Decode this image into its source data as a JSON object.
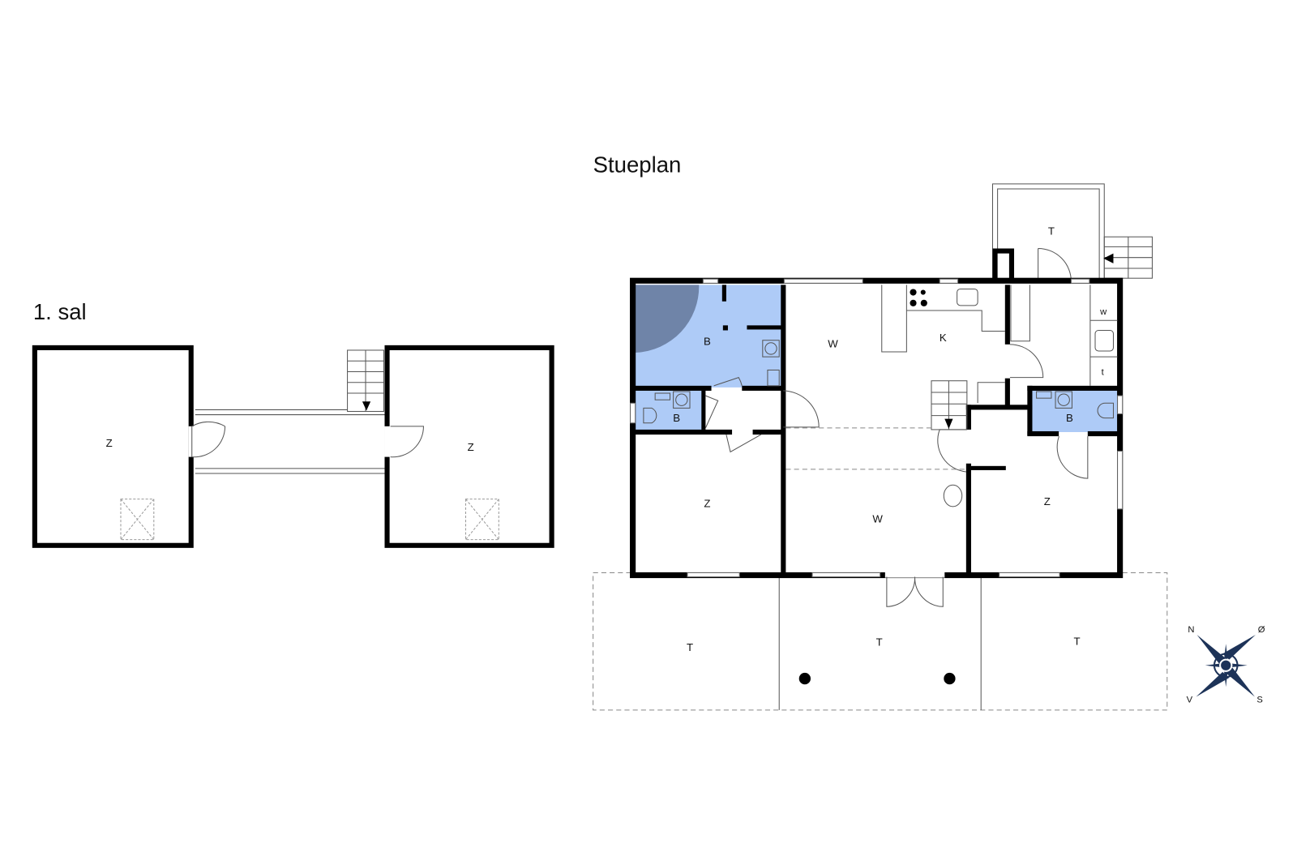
{
  "titles": {
    "ground_floor": "Stueplan",
    "first_floor": "1. sal"
  },
  "colors": {
    "bathroom": "#aecbf7",
    "tub": "#6f84a8",
    "compass": "#1d3358"
  },
  "first_floor_rooms": [
    "Z",
    "Z"
  ],
  "ground_rooms": {
    "bath_main": "B",
    "living_top": "W",
    "kitchen": "K",
    "bath_small_left": "B",
    "bath_small_right": "B",
    "room_left": "Z",
    "living_bottom": "W",
    "room_right": "Z",
    "utility_w": "w",
    "utility_t": "t",
    "porch": "T",
    "terrace_left": "T",
    "terrace_mid": "T",
    "terrace_right": "T"
  },
  "compass": {
    "n": "N",
    "e": "Ø",
    "s": "S",
    "w": "V"
  }
}
